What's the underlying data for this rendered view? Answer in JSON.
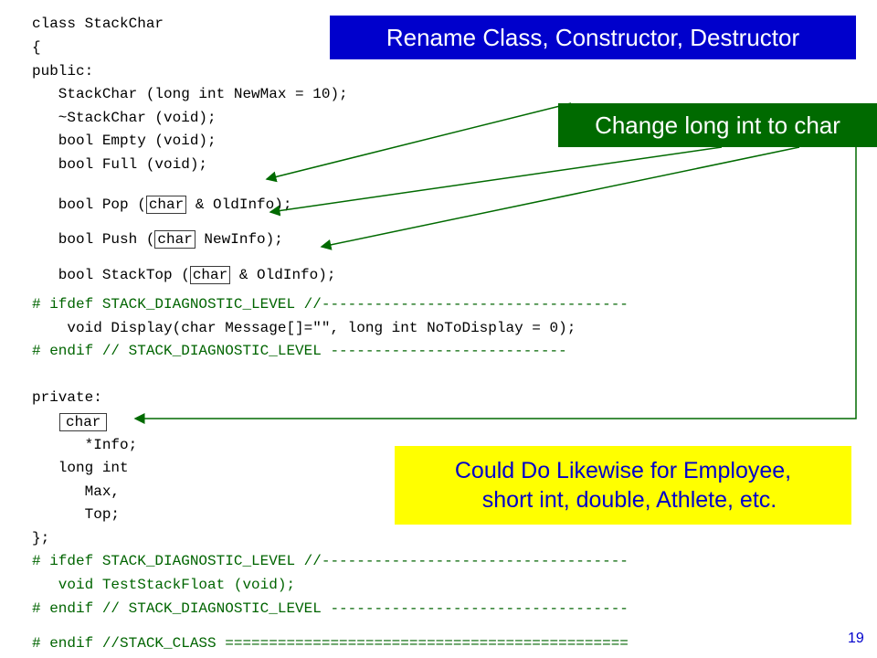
{
  "code": {
    "line_class": "class StackChar",
    "line_open": "{",
    "line_public": "public:",
    "line_ctor": "   StackChar (long int NewMax = 10);",
    "line_dtor": "   ~StackChar (void);",
    "line_empty": "   bool Empty (void);",
    "line_full": "   bool Full (void);",
    "pop_prefix": "   bool Pop (",
    "pop_type": "char",
    "pop_suffix": " & OldInfo);",
    "push_prefix": "   bool Push (",
    "push_type": "char",
    "push_suffix": " NewInfo);",
    "stacktop_prefix": "   bool StackTop (",
    "stacktop_type": "char",
    "stacktop_suffix": " & OldInfo);",
    "ifdef1": "# ifdef STACK_DIAGNOSTIC_LEVEL //-----------------------------------",
    "display_line": "    void Display(char Message[]=\"\", long int NoToDisplay = 0);",
    "endif1": "# endif // STACK_DIAGNOSTIC_LEVEL ---------------------------",
    "private_label": "private:",
    "private_type": "char",
    "info_line": "      *Info;",
    "long_int_line": "   long int",
    "max_line": "      Max,",
    "top_line": "      Top;",
    "close_line": "};",
    "ifdef2": "# ifdef STACK_DIAGNOSTIC_LEVEL //-----------------------------------",
    "teststack_line": "   void TestStackFloat (void);",
    "endif2": "# endif // STACK_DIAGNOSTIC_LEVEL ----------------------------------",
    "endif_class": "# endif //STACK_CLASS =============================================="
  },
  "callouts": {
    "title": "Rename Class, Constructor, Destructor",
    "change": "Change long int to char",
    "note_line1": "Could Do Likewise for Employee,",
    "note_line2": "short int, double, Athlete, etc."
  },
  "page_number": "19",
  "colors": {
    "title_bg": "#0000cc",
    "change_bg": "#006a00",
    "note_bg": "#ffff00",
    "note_text": "#0000cc",
    "preprocessor": "#006400"
  }
}
